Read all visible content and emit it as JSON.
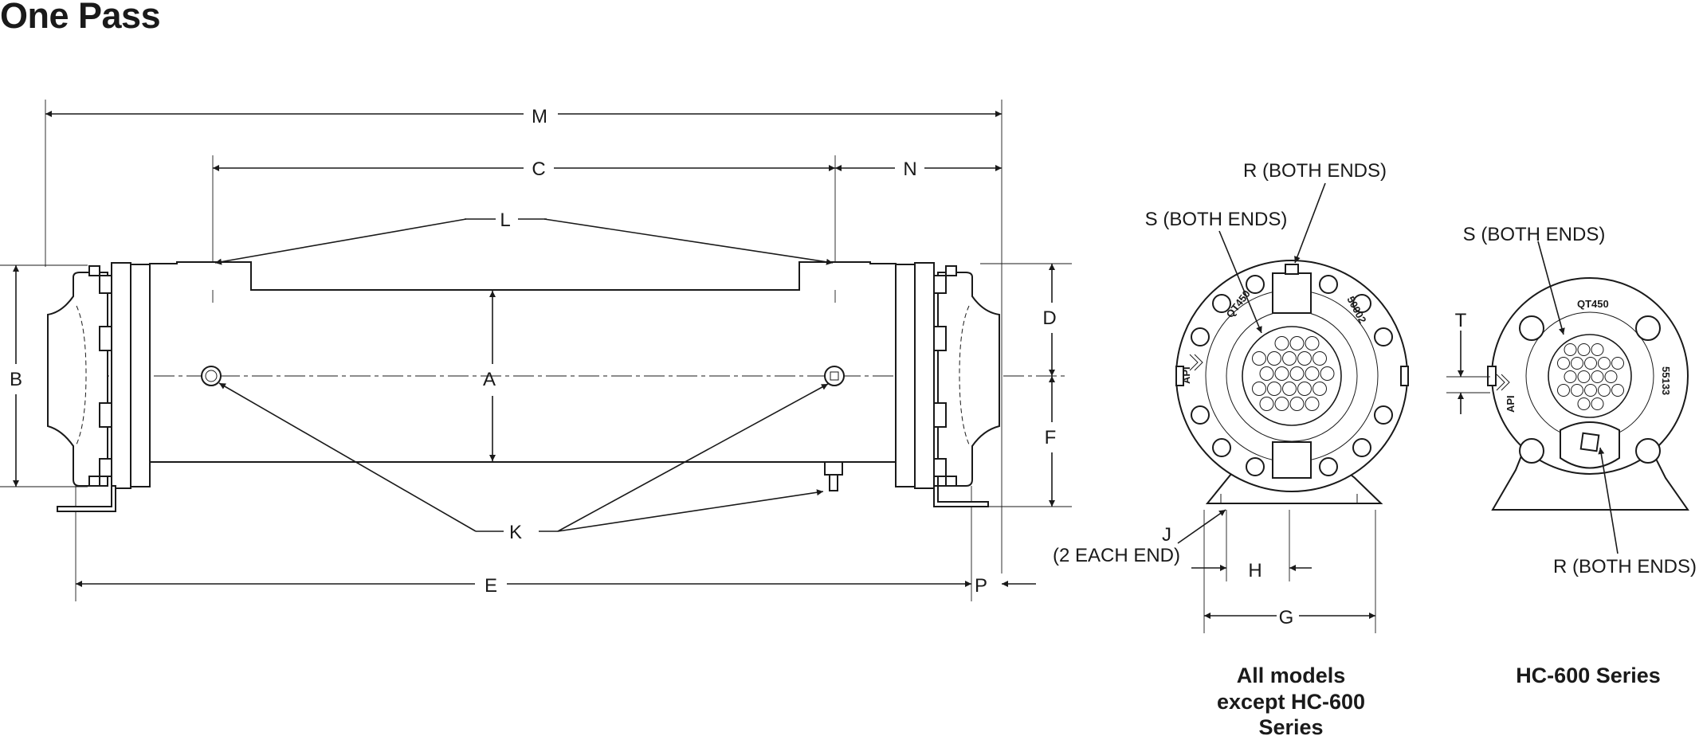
{
  "heading": "One Pass",
  "side_view": {
    "labels": {
      "M": "M",
      "C": "C",
      "N": "N",
      "L": "L",
      "A": "A",
      "B": "B",
      "D": "D",
      "F": "F",
      "K": "K",
      "E": "E",
      "P": "P"
    }
  },
  "front_view": {
    "labels": {
      "R": "R (BOTH ENDS)",
      "S": "S (BOTH ENDS)",
      "J": "J",
      "J_note": "(2 EACH END)",
      "H": "H",
      "G": "G"
    },
    "stamps": {
      "top_left": "QT450",
      "top_right": "50002",
      "brand": "API"
    },
    "caption_lines": [
      "All models",
      "except HC-600",
      "Series"
    ]
  },
  "hc600_view": {
    "labels": {
      "S": "S (BOTH ENDS)",
      "T": "T",
      "R": "R (BOTH ENDS)"
    },
    "stamps": {
      "top": "QT450",
      "right": "55133",
      "brand": "API"
    },
    "caption": "HC-600 Series"
  }
}
